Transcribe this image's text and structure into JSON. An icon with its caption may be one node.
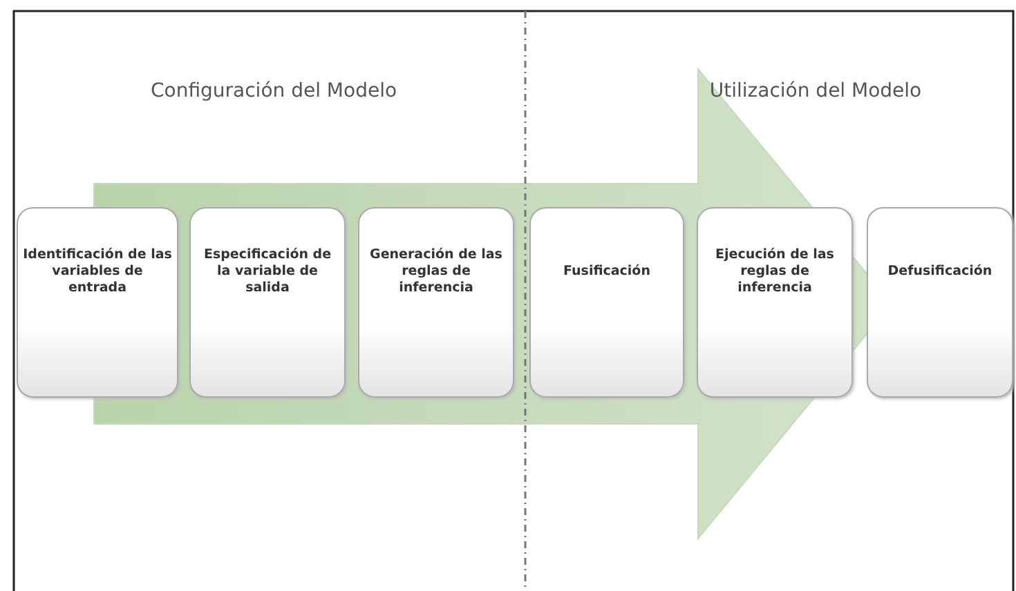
{
  "diagram": {
    "nodes": [
      {
        "text": [
          "Identificación de las variables de entrada"
        ]
      },
      {
        "text": [
          "Especificación de la variable de salida"
        ]
      },
      {
        "text": [
          "Generación de las reglas de inferencia"
        ]
      },
      {
        "text": [
          "Fusificación"
        ]
      },
      {
        "text": [
          "Ejecución de las reglas de inferencia"
        ]
      },
      {
        "text": [
          "Defusificación"
        ]
      }
    ],
    "edges": [
      {
        "from": 0,
        "to": 5,
        "arrow": "to"
      }
    ],
    "labels": [
      "Configuración del Modelo",
      "Utilización del Modelo"
    ]
  }
}
